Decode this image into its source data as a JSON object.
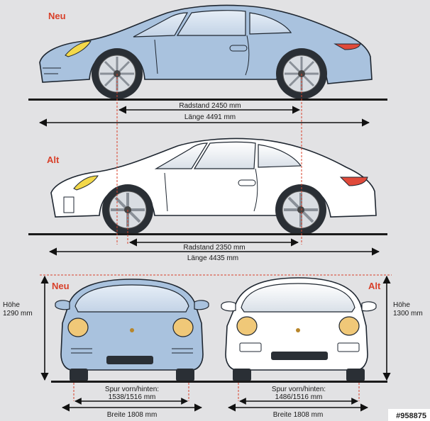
{
  "side_new": {
    "label": "Neu",
    "wheelbase_label": "Radstand 2450  mm",
    "length_label": "Länge 4491 mm"
  },
  "side_old": {
    "label": "Alt",
    "wheelbase_label": "Radstand 2350 mm",
    "length_label": "Länge 4435 mm"
  },
  "front_new": {
    "label": "Neu",
    "height_title": "Höhe",
    "height_value": "1290 mm",
    "track_title": "Spur vorn/hinten:",
    "track_value": "1538/1516 mm",
    "width_label": "Breite 1808 mm"
  },
  "front_old": {
    "label": "Alt",
    "height_title": "Höhe",
    "height_value": "1300 mm",
    "track_title": "Spur vorn/hinten:",
    "track_value": "1486/1516 mm",
    "width_label": "Breite 1808 mm"
  },
  "watermark": "#958875",
  "colors": {
    "new_car": "#a9c2de",
    "old_car": "#ffffff",
    "accent_red": "#d8402a",
    "background": "#e2e2e4"
  }
}
